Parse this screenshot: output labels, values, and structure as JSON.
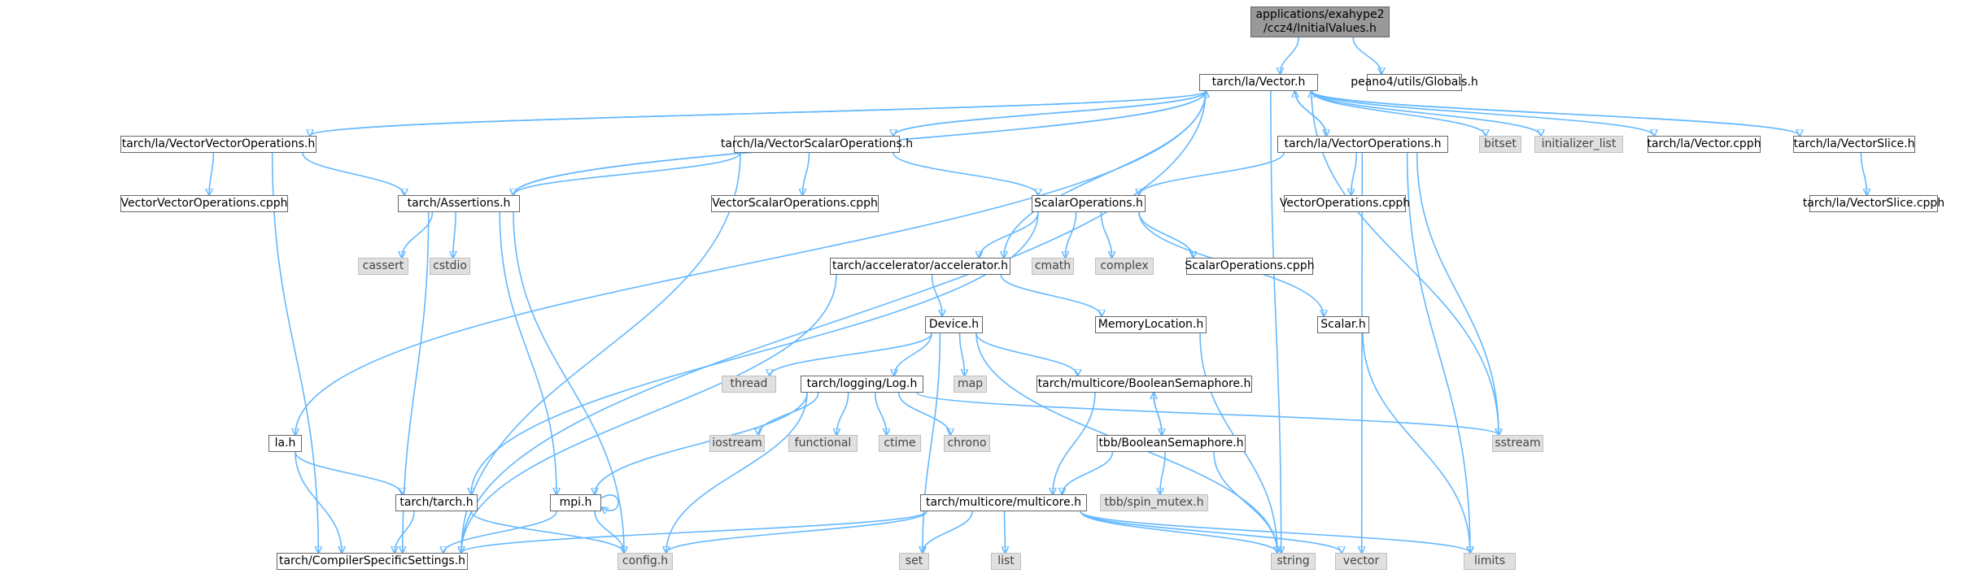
{
  "colors": {
    "edge": "#63b8ff",
    "node_border": "#666666",
    "node_fill": "#ffffff",
    "external_fill": "#e0e0e0",
    "root_fill": "#999999"
  },
  "nodes": [
    {
      "id": "initval",
      "label": "applications/exahype2\n/ccz4/InitialValues.h",
      "kind": "root"
    },
    {
      "id": "vector",
      "label": "tarch/la/Vector.h",
      "kind": "file"
    },
    {
      "id": "globals",
      "label": "peano4/utils/Globals.h",
      "kind": "file"
    },
    {
      "id": "vvo",
      "label": "tarch/la/VectorVectorOperations.h",
      "kind": "file"
    },
    {
      "id": "vso",
      "label": "tarch/la/VectorScalarOperations.h",
      "kind": "file"
    },
    {
      "id": "vo",
      "label": "tarch/la/VectorOperations.h",
      "kind": "file"
    },
    {
      "id": "bitset",
      "label": "bitset",
      "kind": "ext"
    },
    {
      "id": "initlist",
      "label": "initializer_list",
      "kind": "ext"
    },
    {
      "id": "veccpph",
      "label": "tarch/la/Vector.cpph",
      "kind": "file"
    },
    {
      "id": "vslice",
      "label": "tarch/la/VectorSlice.h",
      "kind": "file"
    },
    {
      "id": "vvocpph",
      "label": "VectorVectorOperations.cpph",
      "kind": "file"
    },
    {
      "id": "asserts",
      "label": "tarch/Assertions.h",
      "kind": "file"
    },
    {
      "id": "vsocpph",
      "label": "VectorScalarOperations.cpph",
      "kind": "file"
    },
    {
      "id": "scalops",
      "label": "ScalarOperations.h",
      "kind": "file"
    },
    {
      "id": "vocpph",
      "label": "VectorOperations.cpph",
      "kind": "file"
    },
    {
      "id": "vslicecpph",
      "label": "tarch/la/VectorSlice.cpph",
      "kind": "file"
    },
    {
      "id": "cassert",
      "label": "cassert",
      "kind": "ext"
    },
    {
      "id": "cstdio",
      "label": "cstdio",
      "kind": "ext"
    },
    {
      "id": "accel",
      "label": "tarch/accelerator/accelerator.h",
      "kind": "file"
    },
    {
      "id": "cmath",
      "label": "cmath",
      "kind": "ext"
    },
    {
      "id": "complex",
      "label": "complex",
      "kind": "ext"
    },
    {
      "id": "scalopscpph",
      "label": "ScalarOperations.cpph",
      "kind": "file"
    },
    {
      "id": "device",
      "label": "Device.h",
      "kind": "file"
    },
    {
      "id": "memloc",
      "label": "MemoryLocation.h",
      "kind": "file"
    },
    {
      "id": "scalar",
      "label": "Scalar.h",
      "kind": "file"
    },
    {
      "id": "thread",
      "label": "thread",
      "kind": "ext"
    },
    {
      "id": "log",
      "label": "tarch/logging/Log.h",
      "kind": "file"
    },
    {
      "id": "map",
      "label": "map",
      "kind": "ext"
    },
    {
      "id": "boolsem",
      "label": "tarch/multicore/BooleanSemaphore.h",
      "kind": "file"
    },
    {
      "id": "lah",
      "label": "la.h",
      "kind": "file"
    },
    {
      "id": "iostream",
      "label": "iostream",
      "kind": "ext"
    },
    {
      "id": "functional",
      "label": "functional",
      "kind": "ext"
    },
    {
      "id": "ctime",
      "label": "ctime",
      "kind": "ext"
    },
    {
      "id": "chrono",
      "label": "chrono",
      "kind": "ext"
    },
    {
      "id": "tbbbool",
      "label": "tbb/BooleanSemaphore.h",
      "kind": "file"
    },
    {
      "id": "sstream",
      "label": "sstream",
      "kind": "ext"
    },
    {
      "id": "tarchh",
      "label": "tarch/tarch.h",
      "kind": "file"
    },
    {
      "id": "mpih",
      "label": "mpi.h",
      "kind": "file"
    },
    {
      "id": "multicore",
      "label": "tarch/multicore/multicore.h",
      "kind": "file"
    },
    {
      "id": "tbbspin",
      "label": "tbb/spin_mutex.h",
      "kind": "ext"
    },
    {
      "id": "css",
      "label": "tarch/CompilerSpecificSettings.h",
      "kind": "file"
    },
    {
      "id": "config",
      "label": "config.h",
      "kind": "ext"
    },
    {
      "id": "set",
      "label": "set",
      "kind": "ext"
    },
    {
      "id": "list",
      "label": "list",
      "kind": "ext"
    },
    {
      "id": "string",
      "label": "string",
      "kind": "ext"
    },
    {
      "id": "vectorstd",
      "label": "vector",
      "kind": "ext"
    },
    {
      "id": "limits",
      "label": "limits",
      "kind": "ext"
    }
  ],
  "edges": [
    [
      "initval",
      "vector"
    ],
    [
      "initval",
      "globals"
    ],
    [
      "vector",
      "vvo"
    ],
    [
      "vector",
      "vso"
    ],
    [
      "vector",
      "vo"
    ],
    [
      "vector",
      "bitset"
    ],
    [
      "vector",
      "initlist"
    ],
    [
      "vector",
      "veccpph"
    ],
    [
      "vector",
      "vslice"
    ],
    [
      "vector",
      "accel"
    ],
    [
      "vector",
      "lah"
    ],
    [
      "vector",
      "sstream"
    ],
    [
      "vector",
      "string"
    ],
    [
      "vector",
      "asserts"
    ],
    [
      "vector",
      "css"
    ],
    [
      "vvo",
      "vector"
    ],
    [
      "vvo",
      "vvocpph"
    ],
    [
      "vvo",
      "asserts"
    ],
    [
      "vvo",
      "css"
    ],
    [
      "vso",
      "vector"
    ],
    [
      "vso",
      "asserts"
    ],
    [
      "vso",
      "vsocpph"
    ],
    [
      "vso",
      "scalops"
    ],
    [
      "vso",
      "css"
    ],
    [
      "vo",
      "vector"
    ],
    [
      "vo",
      "scalops"
    ],
    [
      "vo",
      "vocpph"
    ],
    [
      "vo",
      "sstream"
    ],
    [
      "vo",
      "vectorstd"
    ],
    [
      "vo",
      "limits"
    ],
    [
      "vslice",
      "vector"
    ],
    [
      "vslice",
      "vslicecpph"
    ],
    [
      "asserts",
      "vector"
    ],
    [
      "asserts",
      "cassert"
    ],
    [
      "asserts",
      "cstdio"
    ],
    [
      "asserts",
      "mpih"
    ],
    [
      "asserts",
      "css"
    ],
    [
      "asserts",
      "config"
    ],
    [
      "scalops",
      "accel"
    ],
    [
      "scalops",
      "cmath"
    ],
    [
      "scalops",
      "complex"
    ],
    [
      "scalops",
      "scalopscpph"
    ],
    [
      "scalops",
      "scalar"
    ],
    [
      "scalops",
      "tarchh"
    ],
    [
      "accel",
      "device"
    ],
    [
      "accel",
      "memloc"
    ],
    [
      "accel",
      "css"
    ],
    [
      "device",
      "thread"
    ],
    [
      "device",
      "log"
    ],
    [
      "device",
      "map"
    ],
    [
      "device",
      "boolsem"
    ],
    [
      "device",
      "string"
    ],
    [
      "device",
      "set"
    ],
    [
      "memloc",
      "string"
    ],
    [
      "scalar",
      "limits"
    ],
    [
      "log",
      "iostream"
    ],
    [
      "log",
      "functional"
    ],
    [
      "log",
      "ctime"
    ],
    [
      "log",
      "chrono"
    ],
    [
      "log",
      "sstream"
    ],
    [
      "log",
      "mpih"
    ],
    [
      "log",
      "config"
    ],
    [
      "boolsem",
      "tbbbool"
    ],
    [
      "boolsem",
      "multicore"
    ],
    [
      "tbbbool",
      "boolsem"
    ],
    [
      "tbbbool",
      "multicore"
    ],
    [
      "tbbbool",
      "tbbspin"
    ],
    [
      "tbbbool",
      "string"
    ],
    [
      "lah",
      "tarchh"
    ],
    [
      "lah",
      "css"
    ],
    [
      "tarchh",
      "css"
    ],
    [
      "tarchh",
      "config"
    ],
    [
      "mpih",
      "mpih"
    ],
    [
      "mpih",
      "css"
    ],
    [
      "mpih",
      "config"
    ],
    [
      "multicore",
      "css"
    ],
    [
      "multicore",
      "config"
    ],
    [
      "multicore",
      "set"
    ],
    [
      "multicore",
      "list"
    ],
    [
      "multicore",
      "string"
    ],
    [
      "multicore",
      "vectorstd"
    ],
    [
      "multicore",
      "limits"
    ]
  ]
}
